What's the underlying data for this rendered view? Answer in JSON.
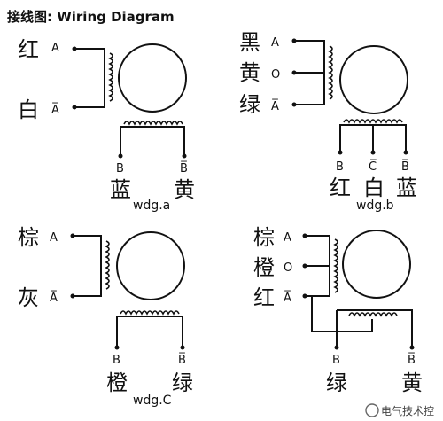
{
  "header": {
    "title": "接线图: Wiring Diagram"
  },
  "diagrams": [
    {
      "id": "a",
      "caption": "wdg.a",
      "left_leads": [
        {
          "color": "红",
          "pin": "A"
        },
        {
          "color": "白",
          "pin": "A̅"
        }
      ],
      "bottom_leads": [
        {
          "pin": "B",
          "color": "蓝"
        },
        {
          "pin": "B̅",
          "color": "黄"
        }
      ]
    },
    {
      "id": "b",
      "caption": "wdg.b",
      "left_leads": [
        {
          "color": "黑",
          "pin": "A"
        },
        {
          "color": "黄",
          "pin": "O"
        },
        {
          "color": "绿",
          "pin": "A̅"
        }
      ],
      "bottom_leads": [
        {
          "pin": "B",
          "color": "红"
        },
        {
          "pin": "C̅",
          "color": "白"
        },
        {
          "pin": "B̅",
          "color": "蓝"
        }
      ]
    },
    {
      "id": "c",
      "caption": "wdg.C",
      "left_leads": [
        {
          "color": "棕",
          "pin": "A"
        },
        {
          "color": "灰",
          "pin": "A̅"
        }
      ],
      "bottom_leads": [
        {
          "pin": "B",
          "color": "橙"
        },
        {
          "pin": "B̅",
          "color": "绿"
        }
      ]
    },
    {
      "id": "d",
      "caption": "",
      "left_leads": [
        {
          "color": "棕",
          "pin": "A"
        },
        {
          "color": "橙",
          "pin": "O"
        },
        {
          "color": "红",
          "pin": "A̅"
        }
      ],
      "bottom_leads": [
        {
          "pin": "B",
          "color": "绿"
        },
        {
          "pin": "B̅",
          "color": "黄"
        }
      ]
    }
  ],
  "watermark": "电气技术控"
}
